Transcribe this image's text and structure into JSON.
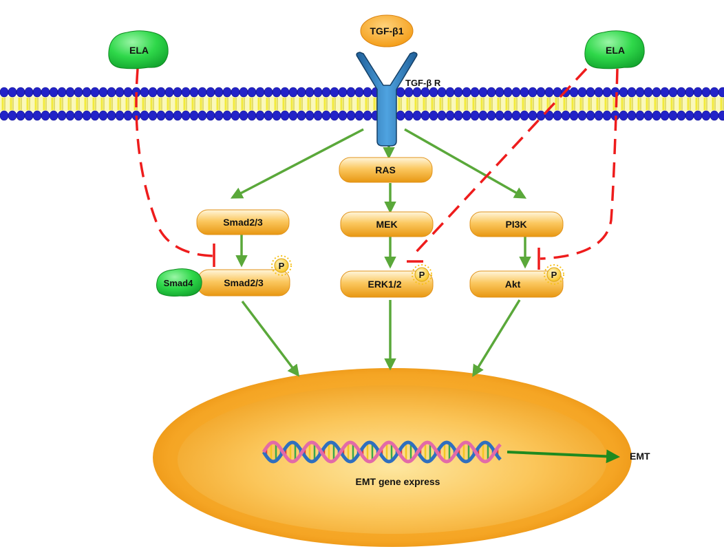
{
  "ligand": {
    "label": "TGF-β1"
  },
  "receptor": {
    "label": "TGF-β R"
  },
  "inhibitors": {
    "left": "ELA",
    "right": "ELA"
  },
  "nodes": {
    "ras": "RAS",
    "smad23_top": "Smad2/3",
    "mek": "MEK",
    "pi3k": "PI3K",
    "smad23_bottom": "Smad2/3",
    "erk": "ERK1/2",
    "akt": "Akt",
    "smad4": "Smad4"
  },
  "phospho": {
    "label": "P"
  },
  "nucleus": {
    "gene_label": "EMT gene express"
  },
  "outcome": {
    "label": "EMT"
  },
  "colors": {
    "activation": "#5aa83a",
    "inhibition": "#ee1c1c",
    "lipid_head": "#2323c8",
    "lipid_tail": "#f2ea3c",
    "receptor": "#2b7bbd",
    "node_fill": "#f9b233",
    "ela_fill": "#19c43a",
    "nucleus": "#f4a020"
  }
}
